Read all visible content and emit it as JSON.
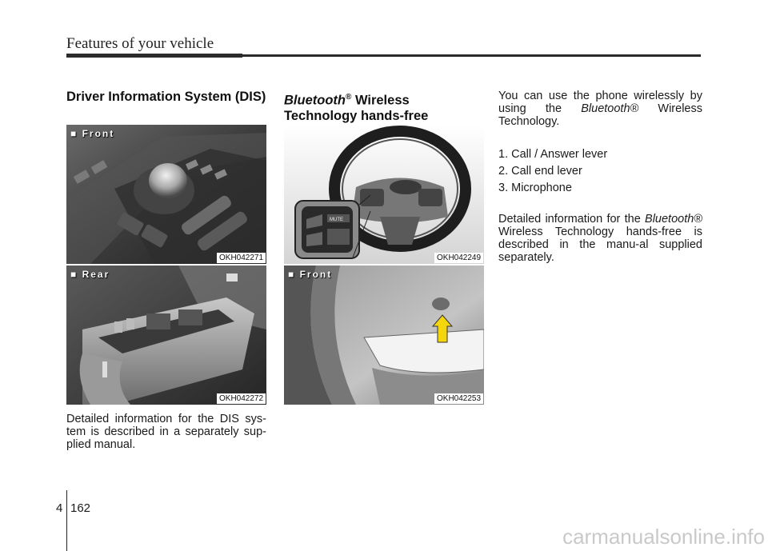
{
  "header": {
    "title": "Features of your vehicle"
  },
  "dis": {
    "heading": "Driver Information System (DIS)",
    "body": "Detailed information for the DIS sys-tem is described in a separately sup-plied manual.",
    "front_tag": "■ Front",
    "front_code": "OKH042271",
    "rear_tag": "■ Rear",
    "rear_code": "OKH042272"
  },
  "bluetooth": {
    "heading_brand": "Bluetooth",
    "heading_reg": "®",
    "heading_rest": " Wireless Technology hands-free",
    "wheel_code": "OKH042249",
    "front_tag": "■ Front",
    "front_code": "OKH042253",
    "wheel_labels": {
      "mute": "MUTE"
    }
  },
  "right_column": {
    "intro_a": "You can use the phone wirelessly by using the ",
    "intro_brand": "Bluetooth®",
    "intro_b": " Wireless Technology.",
    "items": [
      "1. Call / Answer lever",
      "2. Call end lever",
      "3. Microphone"
    ],
    "detail_a": "Detailed information for the ",
    "detail_brand": "Bluetooth®",
    "detail_b": " Wireless Technology hands-free is described in the manu-al supplied separately."
  },
  "footer": {
    "chapter": "4",
    "page": "162"
  },
  "watermark": "carmanualsonline.info",
  "colors": {
    "arrow": "#f5d60c",
    "rule": "#2b2b2b"
  }
}
